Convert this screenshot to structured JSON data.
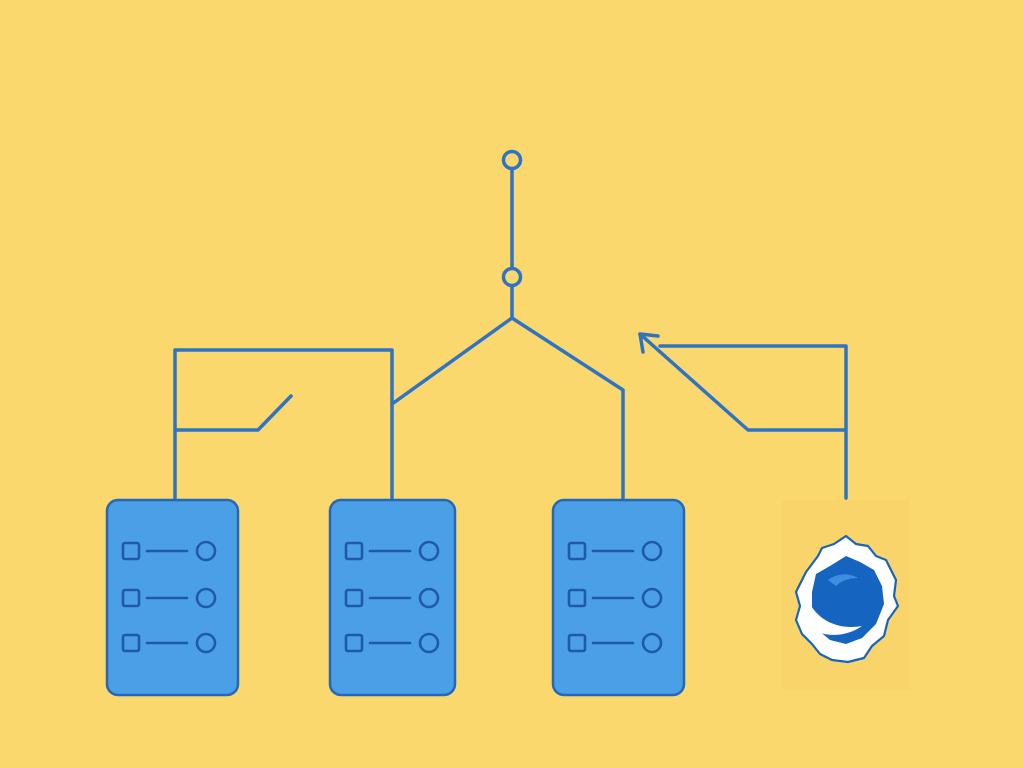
{
  "theme": {
    "background": "#fad86e",
    "line_color": "#2f73c4",
    "server_fill": "#4a9fe6",
    "server_stroke": "#2567b8",
    "server_glyph": "#1f5aa8",
    "logo_panel": "#f9d46a",
    "logo_blue": "#1565c0",
    "logo_rim": "#ffffff"
  },
  "diagram": {
    "nodes": [
      {
        "id": "terminal-top",
        "kind": "terminal"
      },
      {
        "id": "terminal-junction",
        "kind": "terminal"
      }
    ],
    "servers": [
      {
        "id": "server-1",
        "rows": 3,
        "icon": "server-rack-icon"
      },
      {
        "id": "server-2",
        "rows": 3,
        "icon": "server-rack-icon"
      },
      {
        "id": "server-3",
        "rows": 3,
        "icon": "server-rack-icon"
      }
    ],
    "logo": {
      "icon": "blue-shield-logo-icon"
    },
    "connectors": [
      {
        "id": "bracket-left",
        "from": "server-1",
        "to": "server-2"
      },
      {
        "id": "switch-left",
        "from": "bracket-left",
        "to": "open-end"
      },
      {
        "id": "branch-left",
        "from": "server-2",
        "to": "terminal-junction"
      },
      {
        "id": "branch-right",
        "from": "server-3",
        "to": "terminal-junction"
      },
      {
        "id": "stem",
        "from": "terminal-junction",
        "to": "terminal-top"
      },
      {
        "id": "arrow-path",
        "from": "logo",
        "to": "arrowhead",
        "direction": "up-left"
      }
    ]
  }
}
